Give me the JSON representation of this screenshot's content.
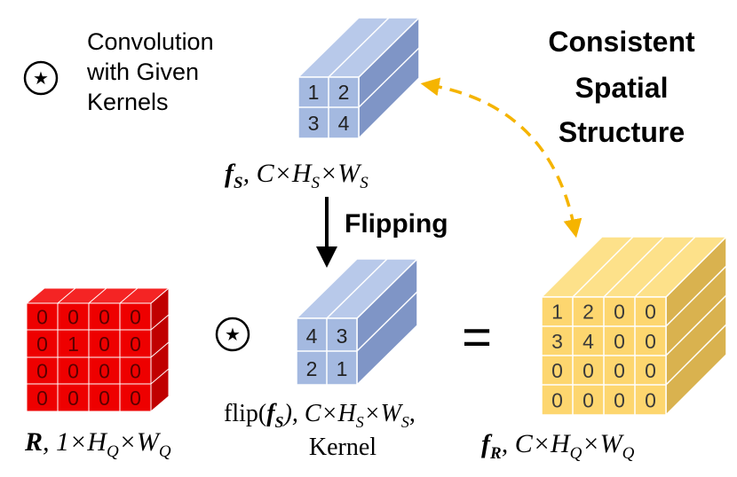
{
  "legend": {
    "symbol": "★",
    "text_lines": [
      "Convolution",
      "with Given",
      "Kernels"
    ]
  },
  "title_lines": [
    "Consistent",
    "Spatial",
    "Structure"
  ],
  "arrow_label": "Flipping",
  "support_feature": {
    "cells": [
      "1",
      "2",
      "3",
      "4"
    ],
    "label": {
      "symbol": "f",
      "sub": "S",
      "dims": ", C×H",
      "h_sub": "S",
      "x": "×W",
      "w_sub": "S"
    }
  },
  "kernel": {
    "cells": [
      "4",
      "3",
      "2",
      "1"
    ],
    "label_line1": {
      "pre": "flip(",
      "symbol": "f",
      "sub": "S",
      "post": "), C×H",
      "h_sub": "S",
      "x": "×W",
      "w_sub": "S",
      "end": ","
    },
    "label_line2": "Kernel"
  },
  "response_map": {
    "cells": [
      "0",
      "0",
      "0",
      "0",
      "0",
      "1",
      "0",
      "0",
      "0",
      "0",
      "0",
      "0",
      "0",
      "0",
      "0",
      "0"
    ],
    "label": {
      "symbol": "R",
      "dims": ", 1×H",
      "h_sub": "Q",
      "x": "×W",
      "w_sub": "Q"
    }
  },
  "operator": "★",
  "equals": "=",
  "result_feature": {
    "cells": [
      "1",
      "2",
      "0",
      "0",
      "3",
      "4",
      "0",
      "0",
      "0",
      "0",
      "0",
      "0",
      "0",
      "0",
      "0",
      "0"
    ],
    "label": {
      "symbol": "f",
      "sub": "R",
      "dims": ", C×H",
      "h_sub": "Q",
      "x": "×W",
      "w_sub": "Q"
    }
  },
  "colors": {
    "blue_front": "#a4b9e0",
    "blue_top": "#b8c9ea",
    "blue_side": "#7f95c6",
    "red_front": "#ee0000",
    "red_top": "#f42424",
    "red_side": "#c00000",
    "yellow_front": "#fdd66f",
    "yellow_top": "#fde18a",
    "yellow_side": "#d9b24f",
    "dashed_arrow": "#f5b400"
  }
}
